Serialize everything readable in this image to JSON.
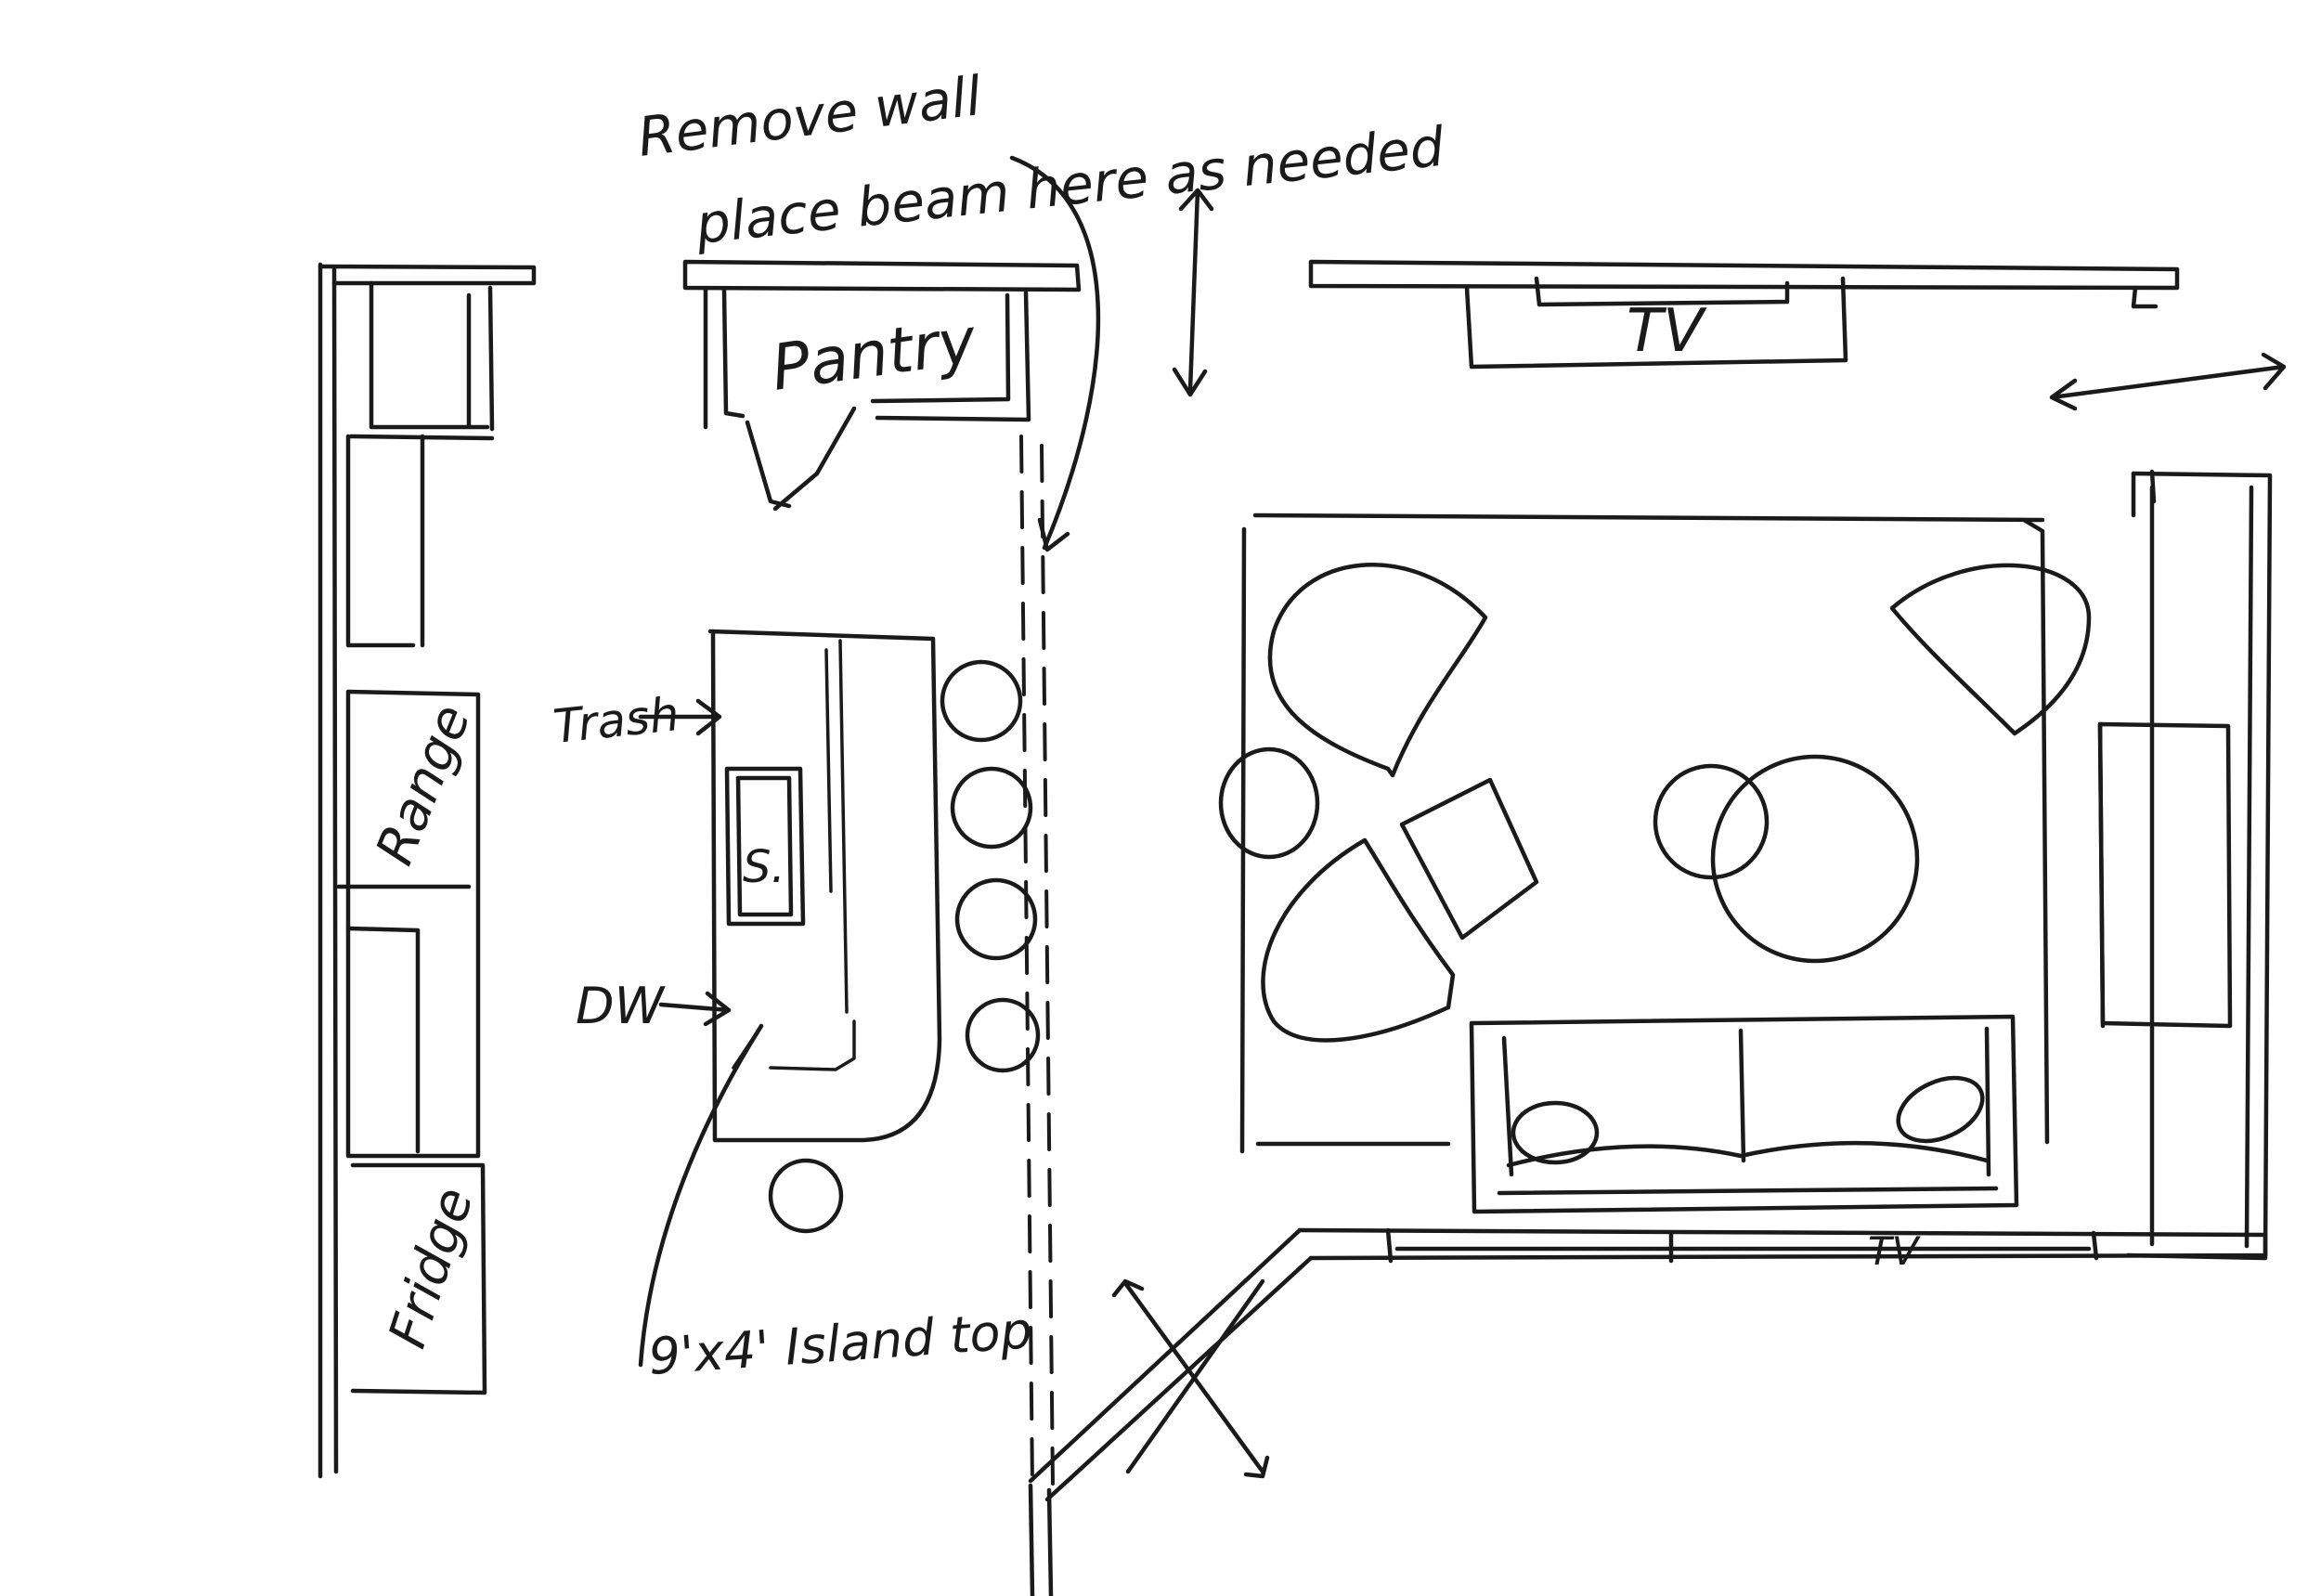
{
  "notes": {
    "remove_wall": "Remove wall",
    "place_beam": "place beam here as needed",
    "island_top": "9'x4' Island top"
  },
  "labels": {
    "pantry": "Pantry",
    "tv_top": "TV",
    "tv_bottom": "TV",
    "range": "Range",
    "fridge": "Fridge",
    "sink": "S.",
    "trash": "Trash",
    "dw": "DW"
  }
}
